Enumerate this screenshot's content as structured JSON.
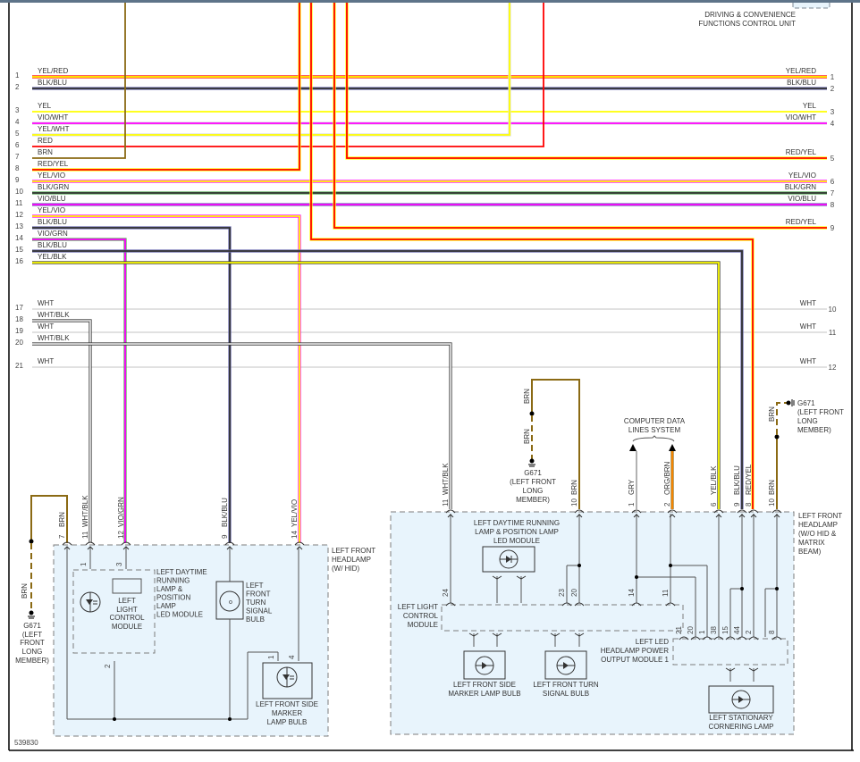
{
  "diagram_id": "539830",
  "control_unit": {
    "name_line1": "DRIVING & CONVENIENCE",
    "name_line2": "FUNCTIONS CONTROL UNIT"
  },
  "colors": {
    "YEL": "#ffff00",
    "RED": "#ff0000",
    "BLU": "#6a6ab0",
    "VIO": "#ff00ff",
    "BRN": "#8b6a14",
    "GRN": "#55aa55",
    "WHT": "#dddddd",
    "BLK": "#333333",
    "GRY": "#aaaaaa",
    "ORG": "#ff8800",
    "PNK": "#ffaaff",
    "module_fill": "#e8f4fc",
    "frame": "#000000"
  },
  "left_pins": [
    {
      "pin": "1",
      "color": "YEL/RED"
    },
    {
      "pin": "2",
      "color": "BLK/BLU"
    },
    {
      "pin": "3",
      "color": "YEL"
    },
    {
      "pin": "4",
      "color": "VIO/WHT"
    },
    {
      "pin": "5",
      "color": "YEL/WHT"
    },
    {
      "pin": "6",
      "color": "RED"
    },
    {
      "pin": "7",
      "color": "BRN"
    },
    {
      "pin": "8",
      "color": "RED/YEL"
    },
    {
      "pin": "9",
      "color": "YEL/VIO"
    },
    {
      "pin": "10",
      "color": "BLK/GRN"
    },
    {
      "pin": "11",
      "color": "VIO/BLU"
    },
    {
      "pin": "12",
      "color": "YEL/VIO"
    },
    {
      "pin": "13",
      "color": "BLK/BLU"
    },
    {
      "pin": "14",
      "color": "VIO/GRN"
    },
    {
      "pin": "15",
      "color": "BLK/BLU"
    },
    {
      "pin": "16",
      "color": "YEL/BLK"
    },
    {
      "pin": "17",
      "color": "WHT"
    },
    {
      "pin": "18",
      "color": "WHT/BLK"
    },
    {
      "pin": "19",
      "color": "WHT"
    },
    {
      "pin": "20",
      "color": "WHT/BLK"
    },
    {
      "pin": "21",
      "color": "WHT"
    }
  ],
  "right_pins": [
    {
      "pin": "1",
      "color": "YEL/RED"
    },
    {
      "pin": "2",
      "color": "BLK/BLU"
    },
    {
      "pin": "3",
      "color": "YEL"
    },
    {
      "pin": "4",
      "color": "VIO/WHT"
    },
    {
      "pin": "5",
      "color": "RED/YEL"
    },
    {
      "pin": "6",
      "color": "YEL/VIO"
    },
    {
      "pin": "7",
      "color": "BLK/GRN"
    },
    {
      "pin": "8",
      "color": "VIO/BLU"
    },
    {
      "pin": "9",
      "color": "RED/YEL"
    },
    {
      "pin": "10",
      "color": "WHT"
    },
    {
      "pin": "11",
      "color": "WHT"
    },
    {
      "pin": "12",
      "color": "WHT"
    }
  ],
  "ground": {
    "name": "G671",
    "loc_line1": "(LEFT",
    "loc_line2": "FRONT",
    "loc_line3": "LONG",
    "loc_line4": "MEMBER)",
    "loc_a1": "(LEFT FRONT",
    "loc_a2": "LONG",
    "loc_a3": "MEMBER)",
    "wire": "BRN"
  },
  "hid_headlamp": {
    "title_line1": "LEFT FRONT",
    "title_line2": "HEADLAMP",
    "title_line3": "(W/ HID)",
    "connector_pins": [
      {
        "pin": "7",
        "wire": "BRN"
      },
      {
        "pin": "11",
        "wire": "WHT/BLK"
      },
      {
        "pin": "12",
        "wire": "VIO/GRN"
      },
      {
        "pin": "9",
        "wire": "BLK/BLU"
      },
      {
        "pin": "14",
        "wire": "YEL/VIO"
      }
    ],
    "control_module": {
      "line1": "LEFT",
      "line2": "LIGHT",
      "line3": "CONTROL",
      "line4": "MODULE",
      "pins": [
        "1",
        "3",
        "2"
      ]
    },
    "drl_label": [
      "LEFT DAYTIME",
      "RUNNING",
      "LAMP &",
      "POSITION",
      "LAMP",
      "LED MODULE"
    ],
    "turn_bulb": [
      "LEFT",
      "FRONT",
      "TURN",
      "SIGNAL",
      "BULB"
    ],
    "side_marker": {
      "lines": [
        "LEFT FRONT SIDE",
        "MARKER",
        "LAMP BULB"
      ],
      "pins": [
        "1",
        "4"
      ]
    }
  },
  "led_headlamp": {
    "title_line1": "LEFT FRONT",
    "title_line2": "HEADLAMP",
    "title_line3": "(W/O HID &",
    "title_line4": "MATRIX",
    "title_line5": "BEAM)",
    "connector_pins": [
      {
        "pin": "11",
        "wire": "WHT/BLK"
      },
      {
        "pin": "10",
        "wire": "BRN"
      },
      {
        "pin": "1",
        "wire": "GRY"
      },
      {
        "pin": "2",
        "wire": "ORG/BRN"
      },
      {
        "pin": "6",
        "wire": "YEL/BLK"
      },
      {
        "pin": "9",
        "wire": "BLK/BLU"
      },
      {
        "pin": "8",
        "wire": "RED/YEL"
      },
      {
        "pin": "10",
        "wire": "BRN"
      }
    ],
    "data_lines": [
      "COMPUTER DATA",
      "LINES SYSTEM"
    ],
    "drl_module": [
      "LEFT DAYTIME RUNNING",
      "LAMP & POSITION LAMP",
      "LED MODULE"
    ],
    "light_control_module": [
      "LEFT LIGHT",
      "CONTROL",
      "MODULE"
    ],
    "lcm_pins": [
      "24",
      "23",
      "20",
      "14",
      "11"
    ],
    "power_module": [
      "LEFT LED",
      "HEADLAMP POWER",
      "OUTPUT MODULE 1"
    ],
    "power_pins": [
      "21",
      "20",
      "1",
      "38",
      "15",
      "44",
      "2",
      "8"
    ],
    "side_marker": [
      "LEFT FRONT SIDE",
      "MARKER LAMP BULB"
    ],
    "turn_bulb": [
      "LEFT FRONT TURN",
      "SIGNAL BULB"
    ],
    "cornering": [
      "LEFT STATIONARY",
      "CORNERING LAMP"
    ]
  }
}
